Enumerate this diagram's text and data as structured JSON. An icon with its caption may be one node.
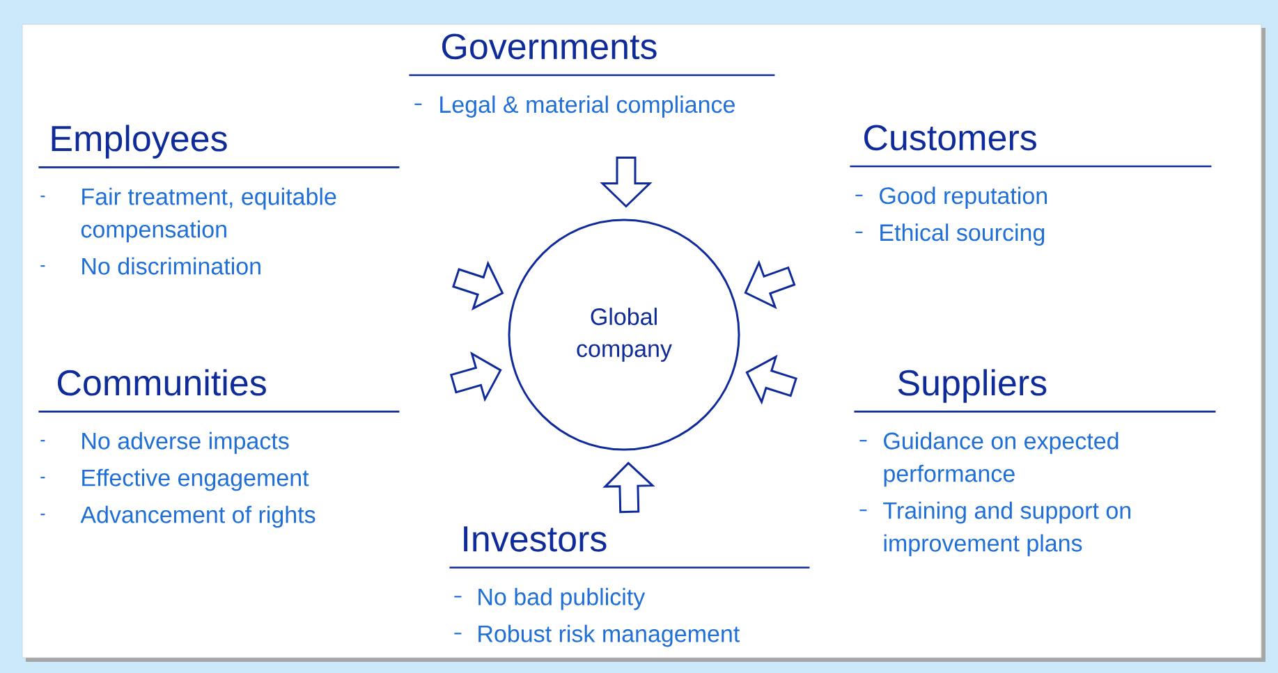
{
  "diagram": {
    "nodes": [
      {
        "text": [
          "Governments",
          "Legal & material compliance"
        ]
      },
      {
        "text": [
          "Employees",
          "Fair treatment, equitable compensation",
          "No discrimination"
        ]
      },
      {
        "text": [
          "Customers",
          "Good reputation",
          "Ethical sourcing"
        ]
      },
      {
        "text": [
          "Global company"
        ]
      },
      {
        "text": [
          "Communities",
          "No adverse impacts",
          "Effective engagement",
          "Advancement of rights"
        ]
      },
      {
        "text": [
          "Suppliers",
          "Guidance on expected performance",
          "Training and support on improvement plans"
        ]
      },
      {
        "text": [
          "Investors",
          "No bad publicity",
          "Robust risk management"
        ]
      }
    ],
    "edges": [
      {
        "from": 0,
        "to": 3,
        "arrow": "to"
      },
      {
        "from": 1,
        "to": 3,
        "arrow": "to"
      },
      {
        "from": 2,
        "to": 3,
        "arrow": "to"
      },
      {
        "from": 4,
        "to": 3,
        "arrow": "to"
      },
      {
        "from": 5,
        "to": 3,
        "arrow": "to"
      },
      {
        "from": 6,
        "to": 3,
        "arrow": "to"
      }
    ]
  }
}
